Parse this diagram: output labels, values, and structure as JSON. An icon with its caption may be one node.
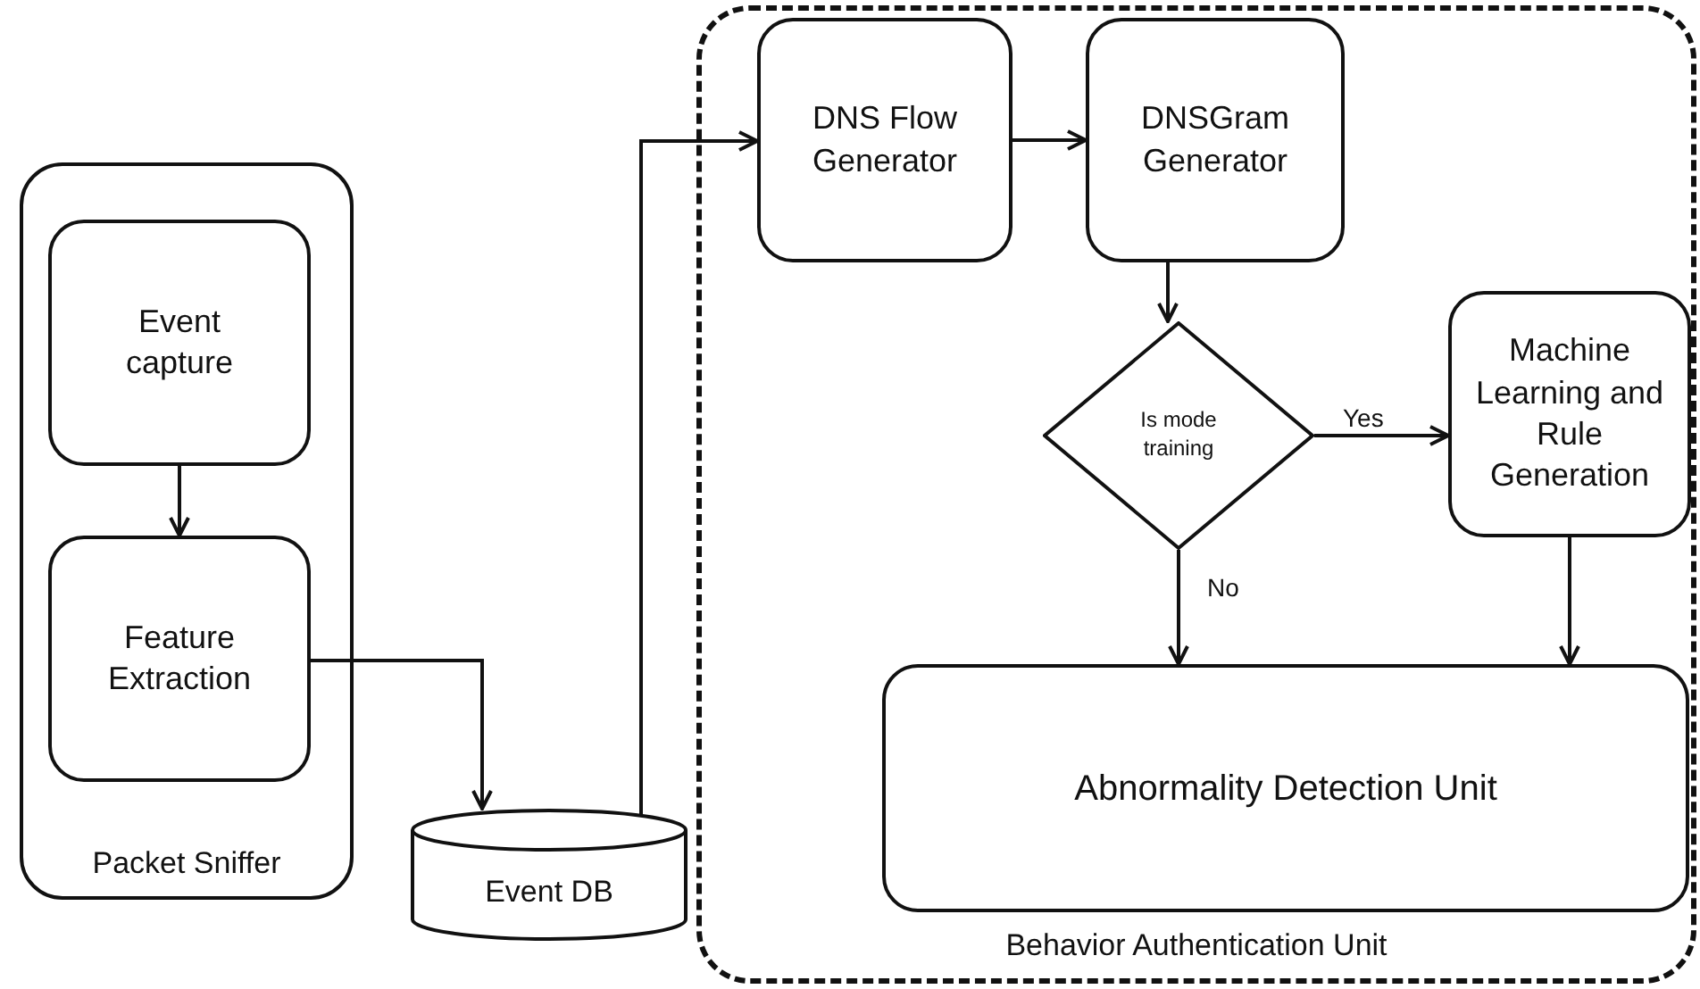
{
  "diagram": {
    "nodes": [
      {
        "text": [
          "Packet Sniffer"
        ]
      },
      {
        "text": [
          "Event capture"
        ],
        "in": 0
      },
      {
        "text": [
          "Feature Extraction"
        ],
        "in": 0
      },
      {
        "text": [
          "Event DB"
        ]
      },
      {
        "text": [
          "Behavior Authentication Unit"
        ]
      },
      {
        "text": [
          "DNS Flow Generator"
        ],
        "in": 4
      },
      {
        "text": [
          "DNSGram Generator"
        ],
        "in": 4
      },
      {
        "text": [
          "Is mode training"
        ],
        "in": 4
      },
      {
        "text": [
          "Machine Learning and Rule Generation"
        ],
        "in": 4
      },
      {
        "text": [
          "Abnormality Detection Unit"
        ],
        "in": 4
      }
    ],
    "edges": [
      {
        "from": 1,
        "to": 2,
        "arrow": "to"
      },
      {
        "from": 2,
        "to": 3,
        "arrow": "to"
      },
      {
        "from": 3,
        "to": 5,
        "arrow": "to"
      },
      {
        "from": 5,
        "to": 6,
        "arrow": "to"
      },
      {
        "from": 6,
        "to": 7,
        "arrow": "to"
      },
      {
        "from": 7,
        "to": 8,
        "arrow": "to",
        "label": "Yes"
      },
      {
        "from": 7,
        "to": 9,
        "arrow": "to",
        "label": "No"
      },
      {
        "from": 8,
        "to": 9,
        "arrow": "to"
      }
    ]
  }
}
